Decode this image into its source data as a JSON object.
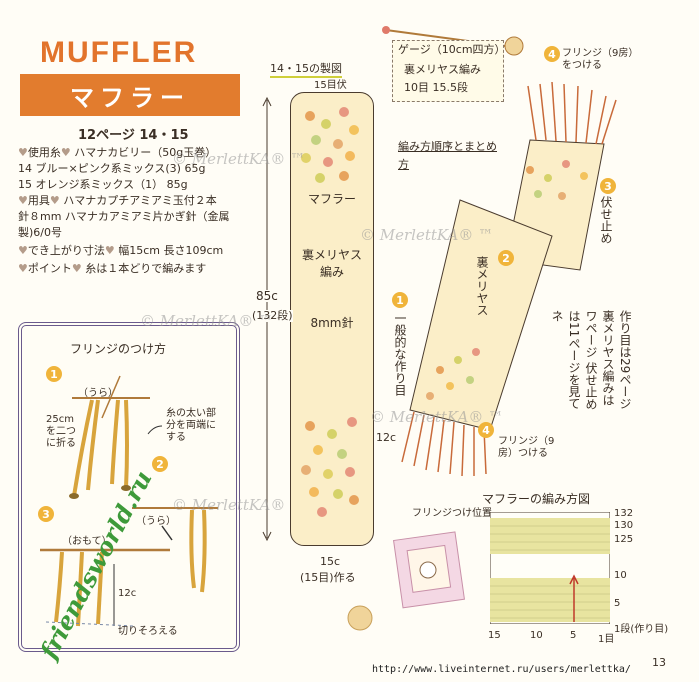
{
  "header": {
    "title_en": "MUFFLER",
    "title_jp": "マフラー",
    "page_ref": "12ページ 14・15"
  },
  "specs": {
    "yarn_label": "使用糸",
    "yarn_value": "ハマナカビリー（50g玉巻）",
    "yarn_14": "14 ブルー×ピンク系ミックス(3) 65g",
    "yarn_15": "15 オレンジ系ミックス（1） 85g",
    "tools_label": "用具",
    "tools_value": "ハマナカプチアミアミ玉付２本",
    "tools_value2": "針８mm ハマナカアミアミ片かぎ針（金属",
    "tools_value3": "製)6/0号",
    "size_label": "でき上がり寸法",
    "size_value": "幅15cm 長さ109cm",
    "point_label": "ポイント",
    "point_value": "糸は１本どりで編みます"
  },
  "fringe_guide": {
    "title": "フリンジのつけ方",
    "step1": "1",
    "step2": "2",
    "step3": "3",
    "back_label": "（うら）",
    "front_label": "（おもて）",
    "len_note": "25cmを二つに折る",
    "thick_note": "糸の太い部分を両端にする",
    "fringe_len": "12c",
    "trim_note": "切りそろえる"
  },
  "center": {
    "drawing_label": "14・15の製図",
    "top_stitches": "15目伏",
    "name": "マフラー",
    "stitch": "裏メリヤス編み",
    "needle": "8mm針",
    "length": "85c",
    "rows": "(132段)",
    "bottom_width": "15c",
    "bottom_stitches": "(15目)作る"
  },
  "right_panel": {
    "gauge_title": "ゲージ（10cm四方）",
    "gauge_stitch": "裏メリヤス編み",
    "gauge_value": "10目 15.5段",
    "order_title": "編み方順序とまとめ方",
    "step4_top": "フリンジ（9房）をつける",
    "step3_text": "伏せ止め",
    "step2_text": "裏メリヤス",
    "step1_text": "一般的な作り目",
    "step4_bottom": "フリンジ（9房）つける",
    "fringe_len": "12c",
    "note": "作り目は29ページ 裏メリヤス編みは ワページ 伏せ止めは11ページを見てネ",
    "num1": "1",
    "num2": "2",
    "num3": "3",
    "num4a": "4",
    "num4b": "4"
  },
  "chart_data": {
    "type": "table",
    "title": "マフラーの編み方図",
    "fringe_pos": "フリンジつけ位置",
    "row_ticks": [
      "132",
      "130",
      "125",
      "10",
      "5",
      "1段(作り目)"
    ],
    "col_ticks": [
      "15",
      "10",
      "5",
      "1目"
    ]
  },
  "watermarks": {
    "wm": "© MerlettKA® ™",
    "wm2": "© MerlettKA®",
    "friends": "friendsworld.ru"
  },
  "footer": {
    "url": "http://www.liveinternet.ru/users/merlettka/",
    "page_num": "13"
  }
}
